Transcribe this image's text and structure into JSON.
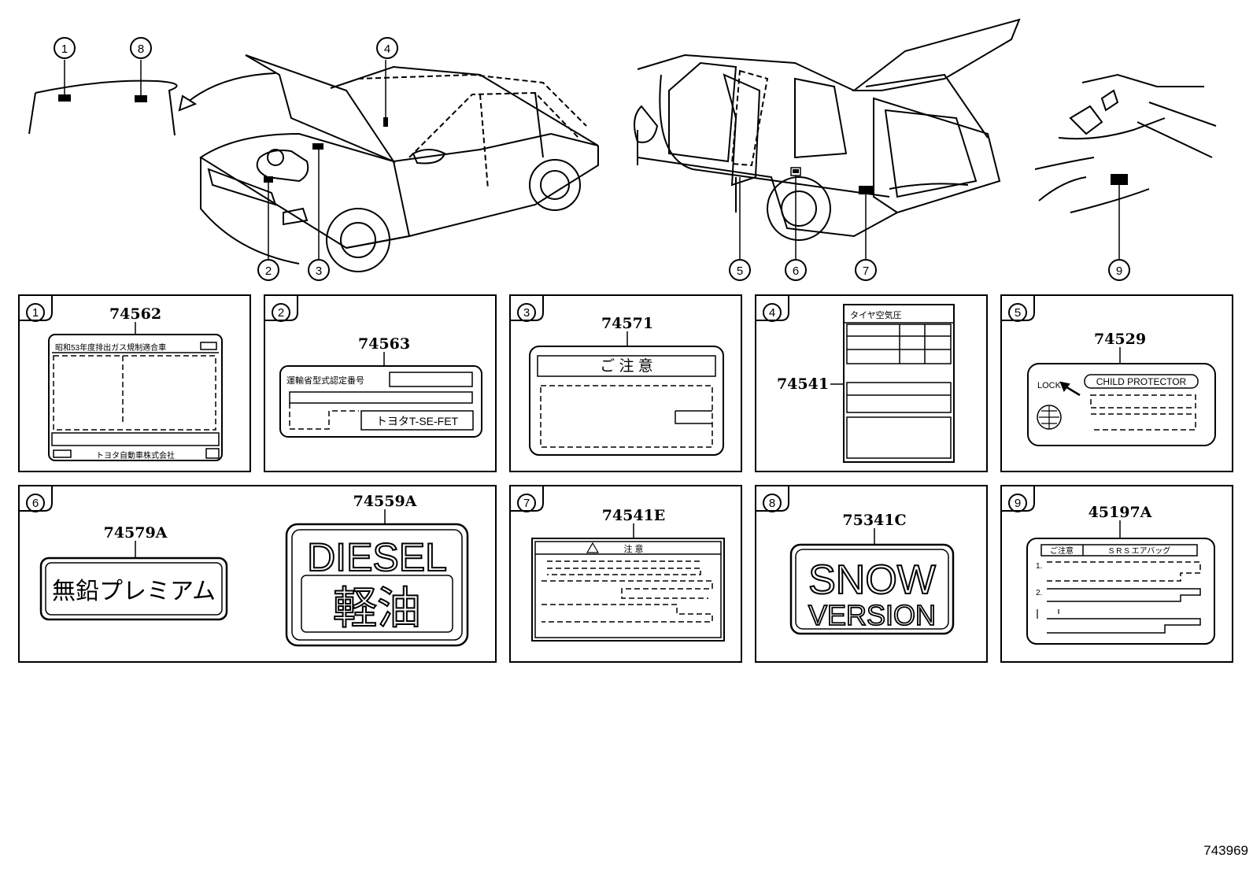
{
  "callouts": [
    "1",
    "2",
    "3",
    "4",
    "5",
    "6",
    "7",
    "8",
    "9"
  ],
  "panels": [
    {
      "num": "1",
      "parts": [
        "74562"
      ],
      "label_text": {
        "header": "昭和53年度排出ガス規制適合車",
        "footer": "トヨタ自動車株式会社"
      }
    },
    {
      "num": "2",
      "parts": [
        "74563"
      ],
      "label_text": {
        "header": "運輸省型式認定番号",
        "engine": "トヨタT-SE-FET"
      }
    },
    {
      "num": "3",
      "parts": [
        "74571"
      ],
      "label_text": {
        "header": "ご 注 意"
      }
    },
    {
      "num": "4",
      "parts": [
        "74541"
      ],
      "label_text": {
        "header": "タイヤ空気圧"
      }
    },
    {
      "num": "5",
      "parts": [
        "74529"
      ],
      "label_text": {
        "lock": "LOCK",
        "title": "CHILD PROTECTOR"
      }
    },
    {
      "num": "6",
      "parts": [
        "74579A",
        "74559A"
      ],
      "label_text": {
        "premium": "無鉛プレミアム",
        "diesel": "DIESEL",
        "keiyu": "軽油"
      }
    },
    {
      "num": "7",
      "parts": [
        "74541E"
      ],
      "label_text": {
        "header": "注 意"
      }
    },
    {
      "num": "8",
      "parts": [
        "75341C"
      ],
      "label_text": {
        "line1": "SNOW",
        "line2": "VERSION"
      }
    },
    {
      "num": "9",
      "parts": [
        "45197A"
      ],
      "label_text": {
        "header_left": "ご注意",
        "header_right": "S R S エアバッグ",
        "item1": "1.",
        "item2": "2."
      }
    }
  ],
  "diagram_id": "743969"
}
